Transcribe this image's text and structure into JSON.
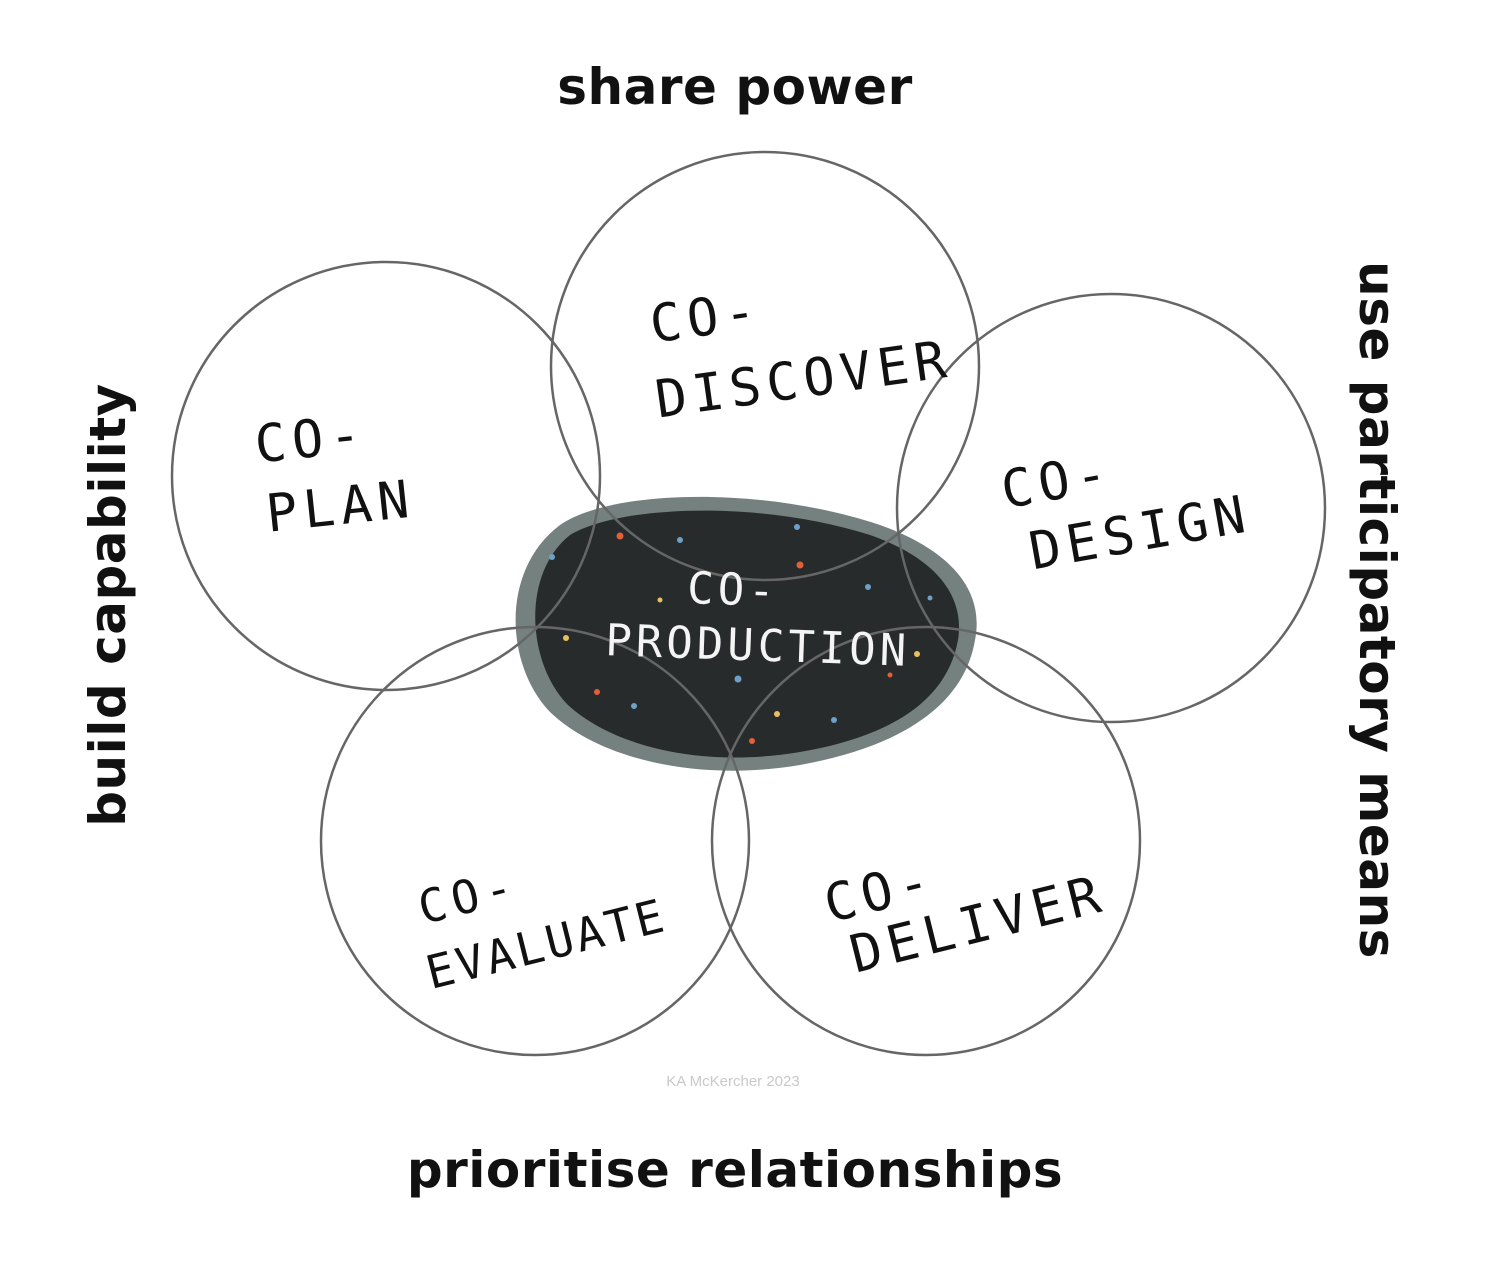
{
  "labels": {
    "top": "share power",
    "bottom": "prioritise relationships",
    "left": "build capability",
    "right": "use participatory means"
  },
  "circles": {
    "plan": {
      "line1": "CO-",
      "line2": "PLAN"
    },
    "discover": {
      "line1": "CO-",
      "line2": "DISCOVER"
    },
    "design": {
      "line1": "CO-",
      "line2": "DESIGN"
    },
    "evaluate": {
      "line1": "CO-",
      "line2": "EVALUATE"
    },
    "deliver": {
      "line1": "CO-",
      "line2": "DELIVER"
    }
  },
  "center": {
    "line1": "CO-",
    "line2": "PRODUCTION"
  },
  "credit": "KA McKercher 2023",
  "colors": {
    "circle_stroke": "#666666",
    "blob_outer": "#75817f",
    "blob_inner": "#272b2b",
    "text": "#111111"
  }
}
